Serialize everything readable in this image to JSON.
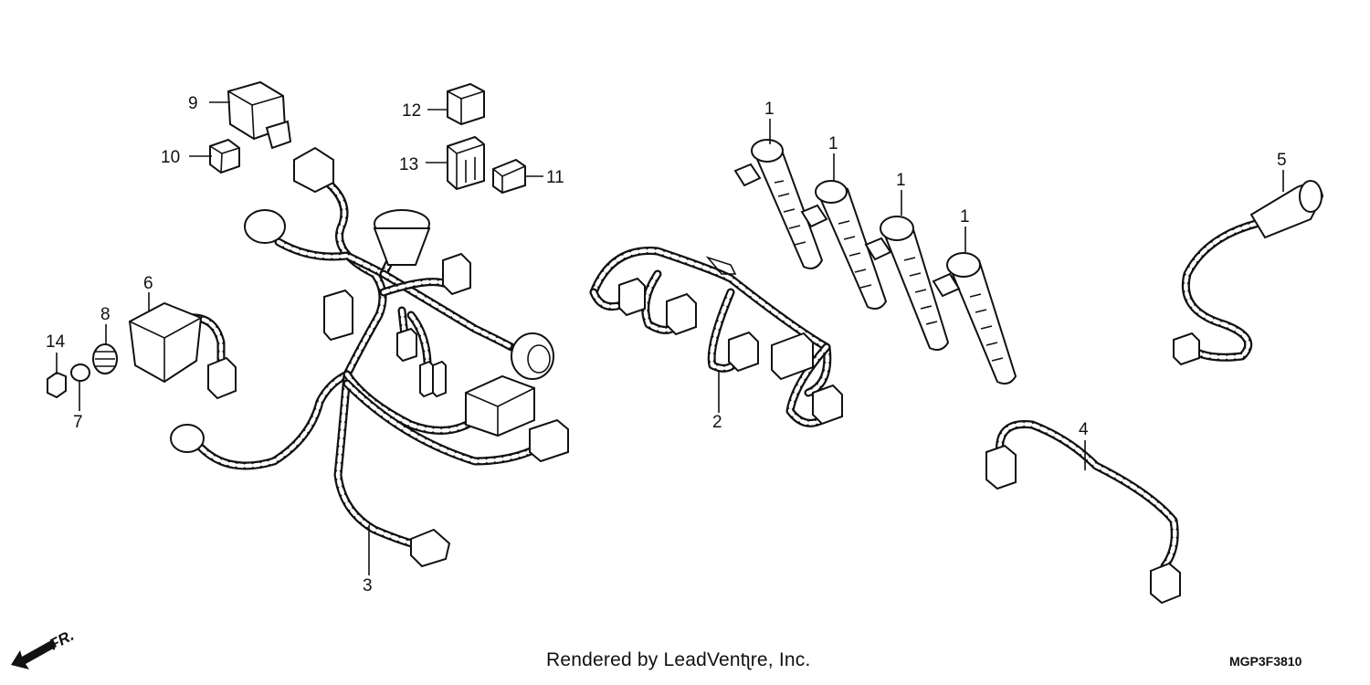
{
  "callouts": {
    "c1a": "1",
    "c1b": "1",
    "c1c": "1",
    "c1d": "1",
    "c2": "2",
    "c3": "3",
    "c4": "4",
    "c5": "5",
    "c6": "6",
    "c7": "7",
    "c8": "8",
    "c9": "9",
    "c10": "10",
    "c11": "11",
    "c12": "12",
    "c13": "13",
    "c14": "14"
  },
  "direction_label": "FR.",
  "credit": "Rendered by LeadVentʅre, Inc.",
  "diagram_code": "MGP3F3810"
}
